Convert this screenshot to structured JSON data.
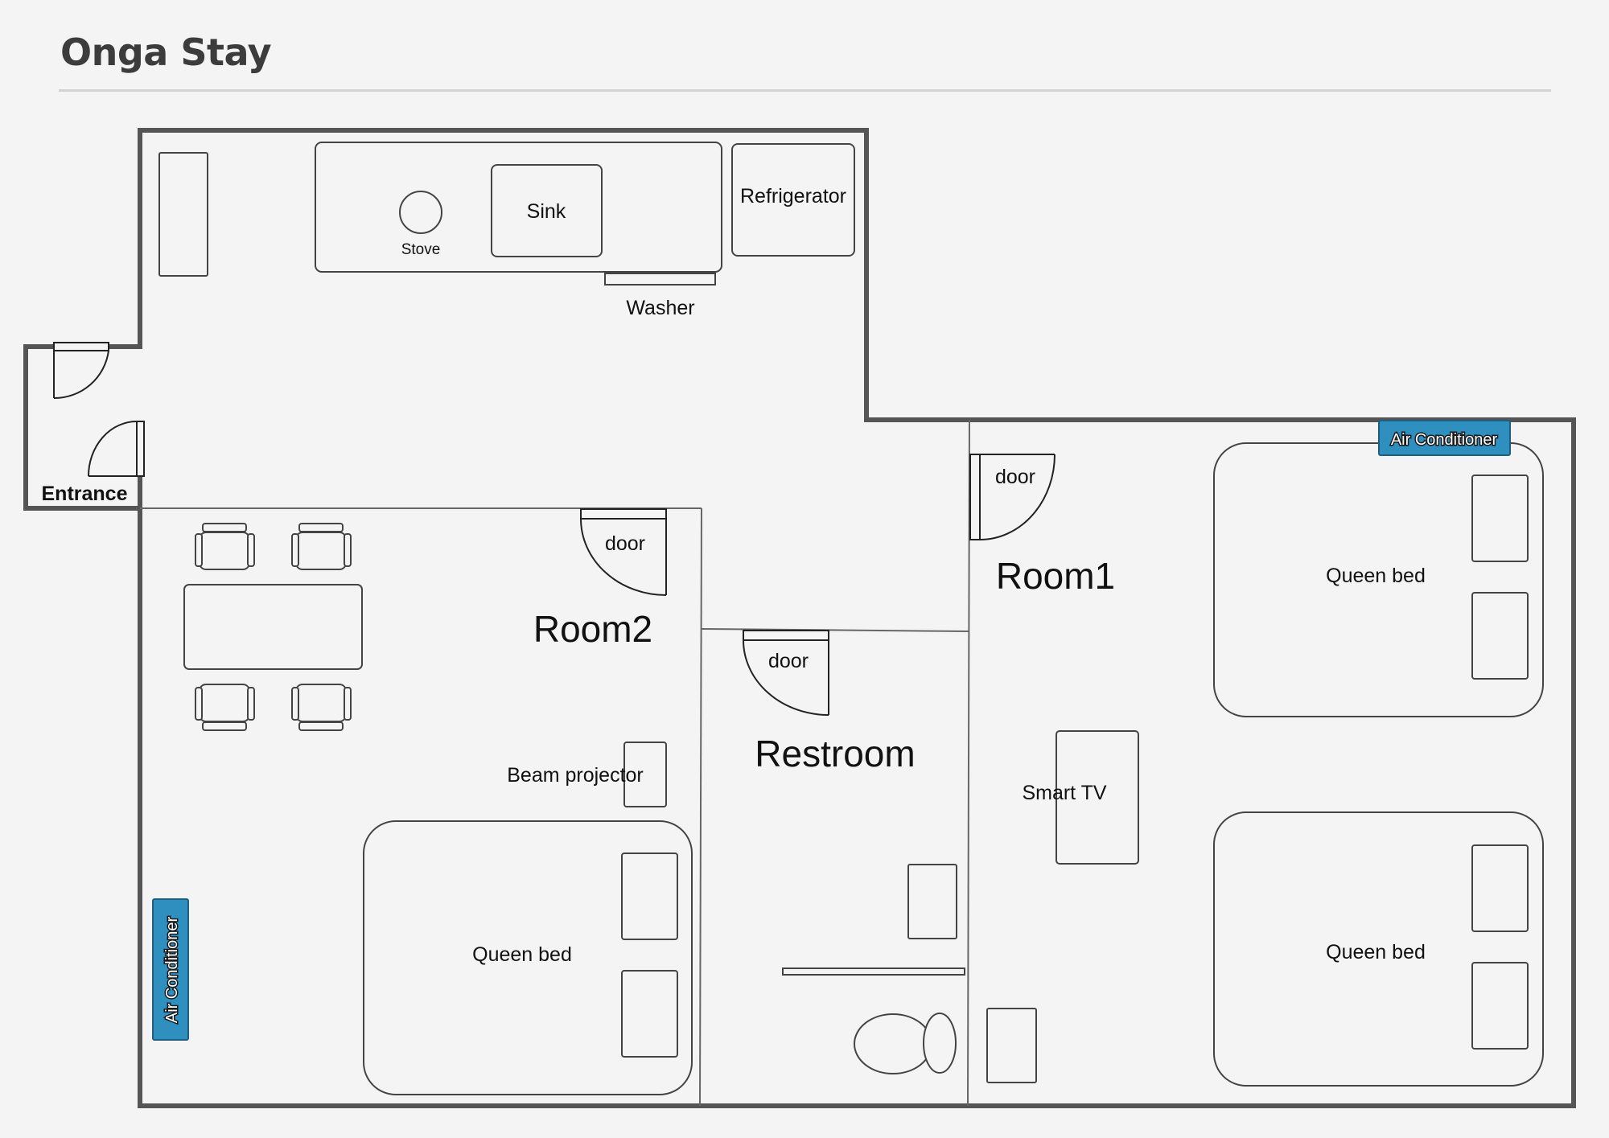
{
  "header": {
    "title": "Onga Stay"
  },
  "labels": {
    "stove": "Stove",
    "sink": "Sink",
    "refrigerator": "Refrigerator",
    "washer": "Washer",
    "entrance": "Entrance",
    "room1": "Room1",
    "room2": "Room2",
    "restroom": "Restroom",
    "door": "door",
    "queen_bed": "Queen bed",
    "beam_projector": "Beam projector",
    "smart_tv": "Smart TV",
    "air_conditioner": "Air Conditioner"
  },
  "colors": {
    "background": "#f4f4f4",
    "wall": "#555555",
    "air_conditioner": "#2f8fbf"
  }
}
